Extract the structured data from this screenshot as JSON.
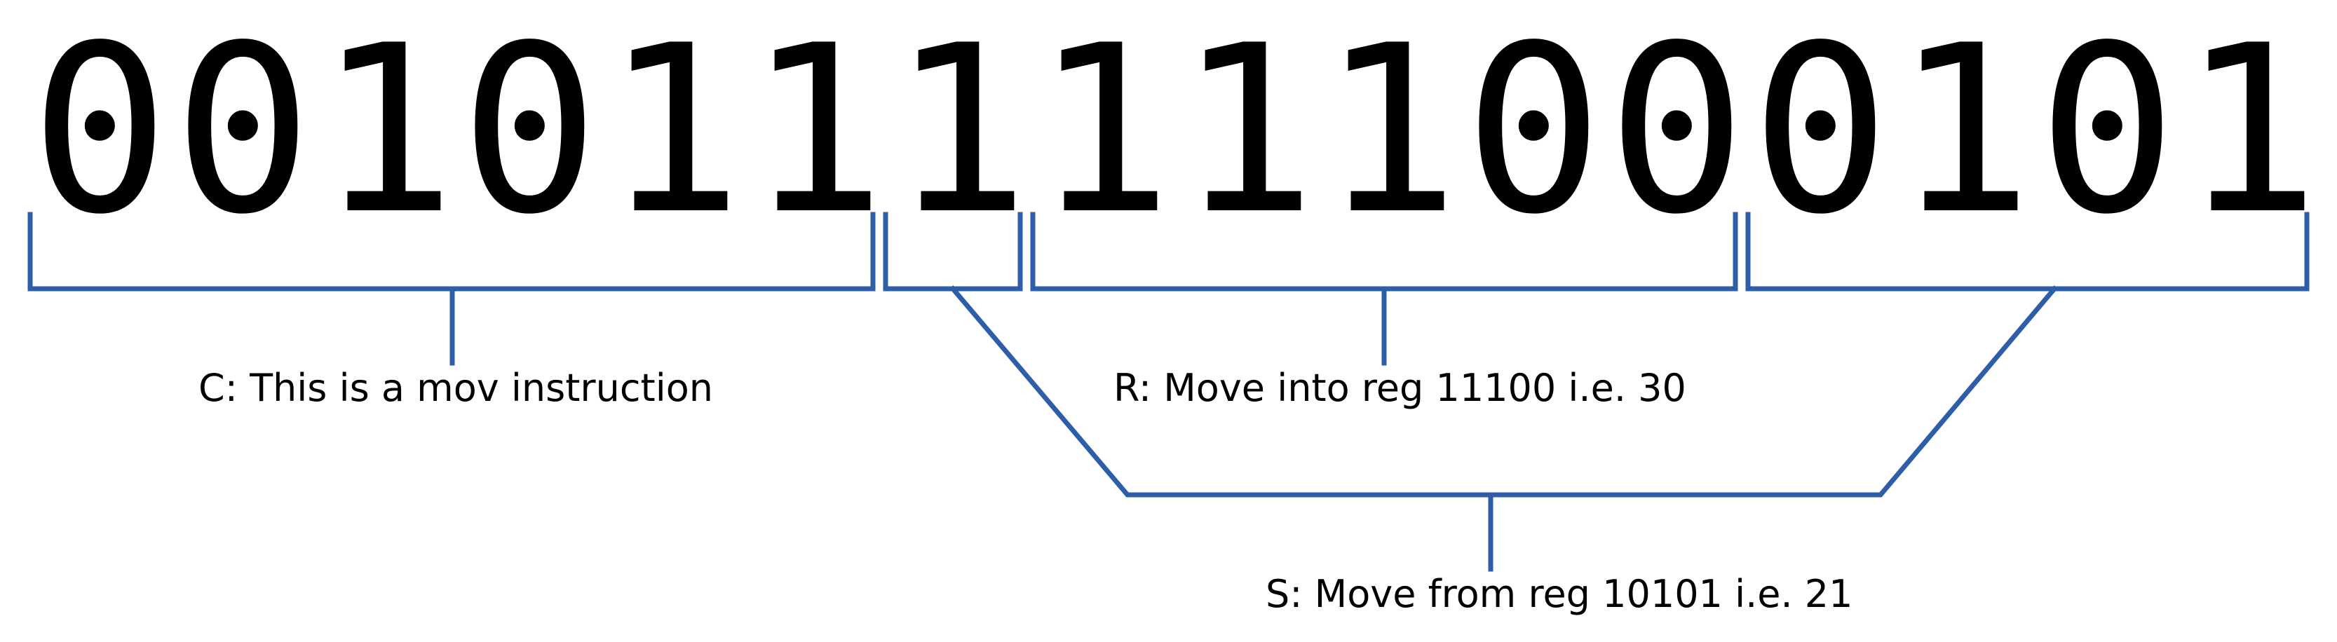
{
  "instruction": {
    "bits": [
      "0",
      "0",
      "1",
      "0",
      "1",
      "1",
      "1",
      "1",
      "1",
      "1",
      "0",
      "0",
      "0",
      "1",
      "0",
      "1"
    ]
  },
  "fields": {
    "c_label": "C: This is a mov instruction",
    "r_label": "R: Move into reg 11100 i.e. 30",
    "s_label": "S: Move from reg 10101 i.e. 21"
  },
  "colors": {
    "bracket": "#2e5ea8",
    "text": "#000000"
  }
}
